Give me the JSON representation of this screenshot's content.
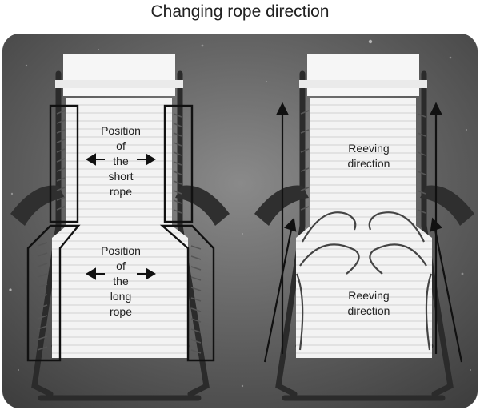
{
  "title": "Changing rope direction",
  "left_chair": {
    "short_rope_label": [
      "Position",
      "of",
      "the",
      "short",
      "rope"
    ],
    "long_rope_label": [
      "Position",
      "of",
      "the",
      "long",
      "rope"
    ]
  },
  "right_chair": {
    "upper_label": [
      "Reeving",
      "direction"
    ],
    "lower_label": [
      "Reeving",
      "direction"
    ]
  }
}
